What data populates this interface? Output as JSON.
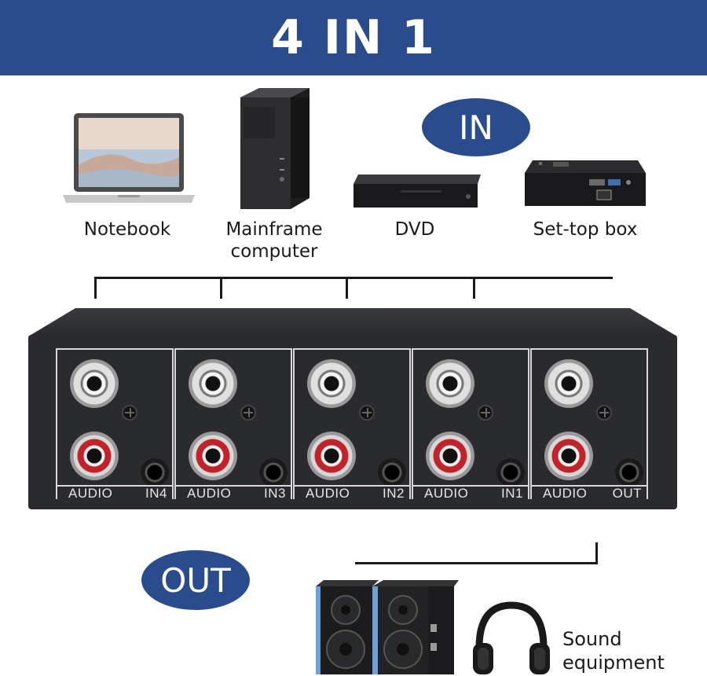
{
  "banner": {
    "title": "4 IN 1"
  },
  "badges": {
    "in": "IN",
    "out": "OUT"
  },
  "devices": {
    "notebook": "Notebook",
    "mainframe_line1": "Mainframe",
    "mainframe_line2": "computer",
    "dvd": "DVD",
    "settop": "Set-top box"
  },
  "panels": [
    {
      "audio": "AUDIO",
      "port": "IN4"
    },
    {
      "audio": "AUDIO",
      "port": "IN3"
    },
    {
      "audio": "AUDIO",
      "port": "IN2"
    },
    {
      "audio": "AUDIO",
      "port": "IN1"
    },
    {
      "audio": "AUDIO",
      "port": "OUT"
    }
  ],
  "output": {
    "line1": "Sound",
    "line2": "equipment"
  },
  "colors": {
    "brand_blue": "#2b4c8c",
    "device_black": "#2a2b2e",
    "rca_red": "#c0242a"
  }
}
